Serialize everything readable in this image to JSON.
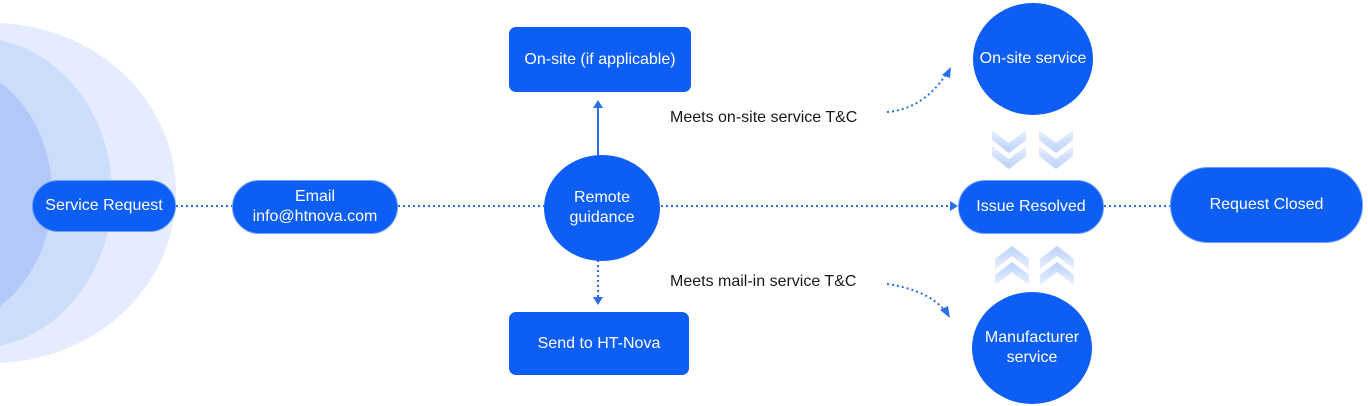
{
  "nodes": {
    "service_request": "Service Request",
    "email": {
      "line1": "Email",
      "line2": "info@htnova.com"
    },
    "remote_guidance": {
      "line1": "Remote",
      "line2": "guidance"
    },
    "on_site_applicable": "On-site (if applicable)",
    "send_to_htnova": "Send to HT-Nova",
    "on_site_service": "On-site service",
    "issue_resolved": "Issue Resolved",
    "manufacturer_service": {
      "line1": "Manufacturer",
      "line2": "service"
    },
    "request_closed": "Request Closed"
  },
  "edge_labels": {
    "on_site_terms": "Meets on-site service T&C",
    "mail_in_terms": "Meets mail-in service T&C"
  },
  "colors": {
    "node_fill": "#0d5ef5",
    "node_text": "#ffffff",
    "connector": "#2a6ee8",
    "chevron": "#c6d9fb",
    "background_rings": [
      "#e4ecfd",
      "#ccdcfb",
      "#b2c8f8"
    ]
  }
}
